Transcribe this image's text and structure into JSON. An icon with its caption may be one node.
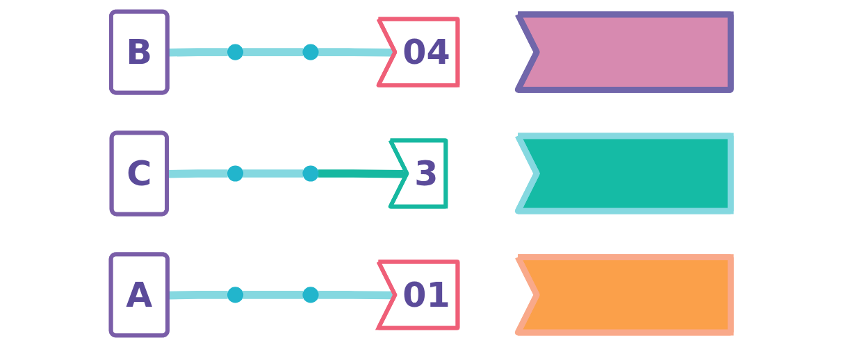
{
  "diagram": {
    "nodes": [
      {
        "text": [
          "B"
        ]
      },
      {
        "text": [],
        "shape": "circle"
      },
      {
        "text": [],
        "shape": "circle"
      },
      {
        "text": [
          "04"
        ]
      },
      {
        "text": [],
        "shape": "arrow"
      },
      {
        "text": [
          "C"
        ]
      },
      {
        "text": [],
        "shape": "circle"
      },
      {
        "text": [],
        "shape": "circle"
      },
      {
        "text": [
          "3"
        ]
      },
      {
        "text": [],
        "shape": "arrow"
      },
      {
        "text": [
          "A"
        ]
      },
      {
        "text": [],
        "shape": "circle"
      },
      {
        "text": [],
        "shape": "circle"
      },
      {
        "text": [
          "01"
        ]
      },
      {
        "text": [],
        "shape": "arrow"
      }
    ],
    "edges": [
      {
        "from": 0,
        "to": 1,
        "arrow": "none"
      },
      {
        "from": 1,
        "to": 2,
        "arrow": "none"
      },
      {
        "from": 2,
        "to": 3,
        "arrow": "to"
      },
      {
        "from": 5,
        "to": 6,
        "arrow": "none"
      },
      {
        "from": 6,
        "to": 7,
        "arrow": "none"
      },
      {
        "from": 7,
        "to": 8,
        "arrow": "to",
        "color": "#16b8a0"
      },
      {
        "from": 10,
        "to": 11,
        "arrow": "none"
      },
      {
        "from": 11,
        "to": 12,
        "arrow": "none"
      },
      {
        "from": 12,
        "to": 13,
        "arrow": "to"
      }
    ]
  }
}
